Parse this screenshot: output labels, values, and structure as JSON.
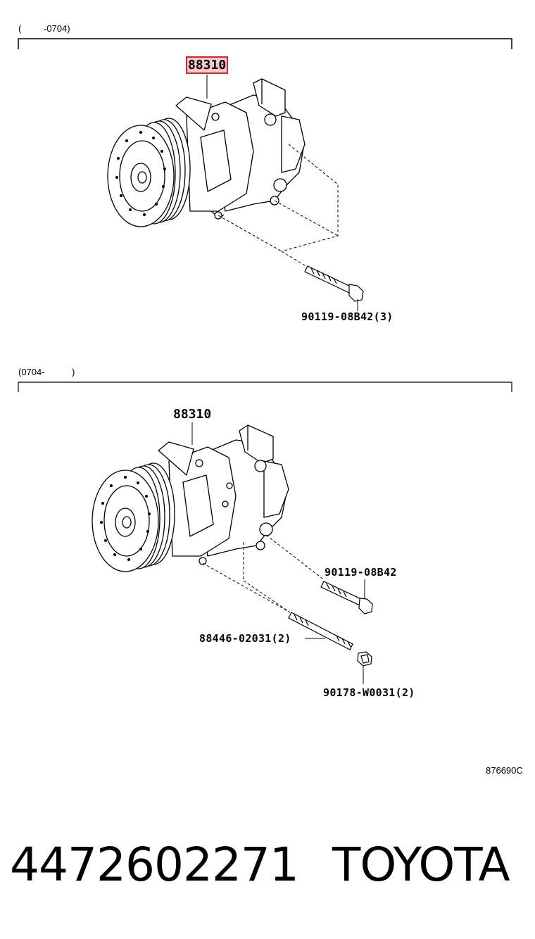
{
  "section1": {
    "range_open": "(",
    "range_end": "-0704)",
    "compressor_label": "88310",
    "bolt_label": "90119-08B42(3)"
  },
  "section2": {
    "range_start": "(0704-",
    "range_close": ")",
    "compressor_label": "88310",
    "bolt_label": "90119-08B42",
    "stud_label": "88446-02031(2)",
    "nut_label": "90178-W0031(2)"
  },
  "diagram_code": "876690C",
  "footer": {
    "part_number": "4472602271",
    "brand": "TOYOTA"
  },
  "colors": {
    "highlight_border": "#d9262e",
    "highlight_fill": "#f6c9cc"
  }
}
